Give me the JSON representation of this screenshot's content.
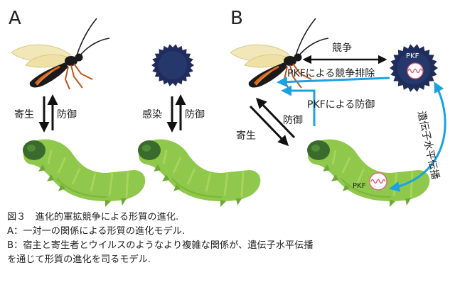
{
  "panel_a": {
    "letter": "A",
    "parasitism": "寄生",
    "defense_left": "防御",
    "infection": "感染",
    "defense_right": "防御"
  },
  "panel_b": {
    "letter": "B",
    "competition": "競争",
    "exclusion": "PKFによる競争排除",
    "pkf_defense": "PKFによる防御",
    "parasitism": "寄生",
    "defense": "防御",
    "hgt": "遺伝子水平伝播",
    "pkf_virus": "PKF",
    "pkf_host": "PKF"
  },
  "caption": {
    "line1": "図３　進化的軍拡競争による形質の進化.",
    "line2": "A：一対一の関係による形質の進化モデル.",
    "line3": "B：宿主と寄生者とウイルスのようなより複雑な関係が、遺伝子水平伝播",
    "line4": "を通じて形質の進化を司るモデル."
  },
  "colors": {
    "blue_arrow": "#1aa3e0",
    "virus": "#1f2d5c",
    "caterpillar": "#8fc84a",
    "caterpillar_head": "#3b6b2c",
    "wasp_body": "#d8641c",
    "wasp_wing": "#f2e7b8"
  }
}
